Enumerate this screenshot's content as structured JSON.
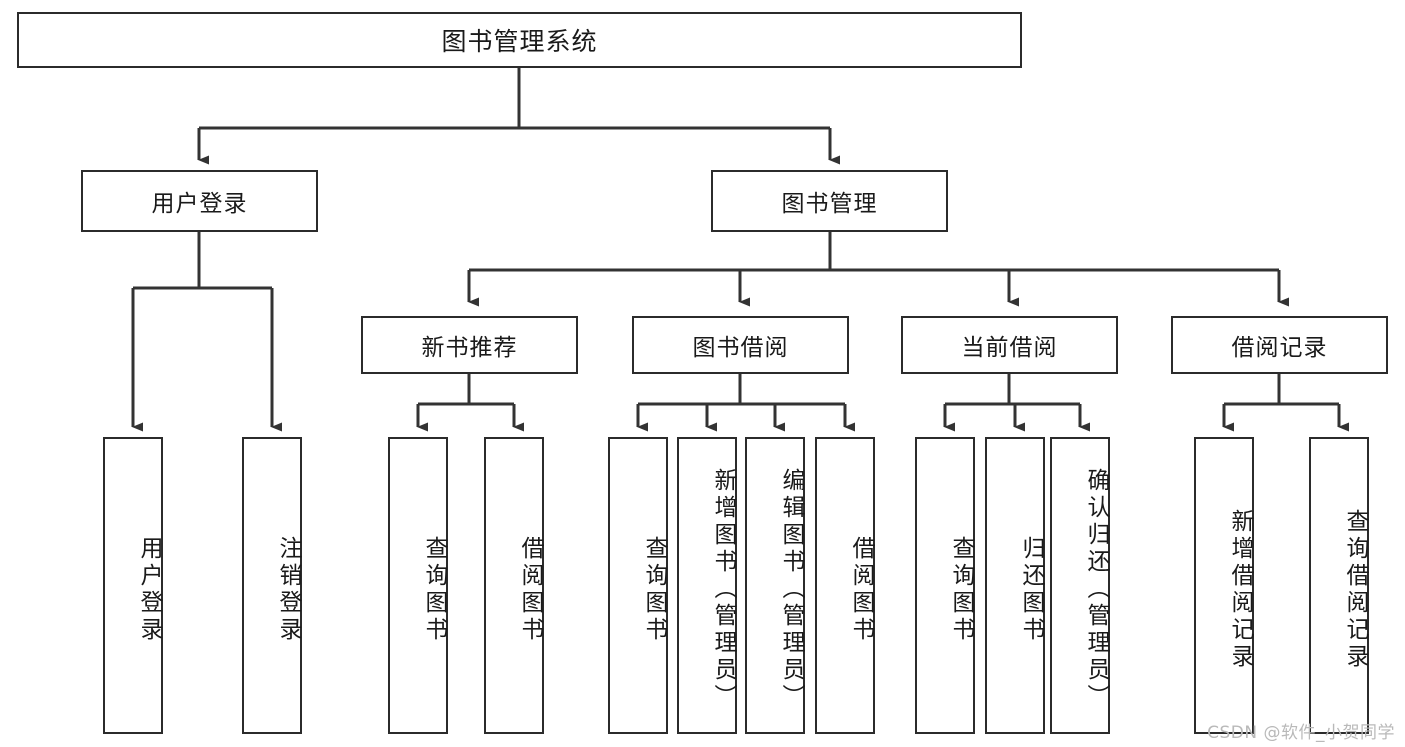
{
  "diagram": {
    "type": "tree",
    "orientation": "top-down",
    "root": {
      "id": "root",
      "label": "图书管理系统"
    },
    "level2": [
      {
        "id": "user-login",
        "label": "用户登录"
      },
      {
        "id": "book-manage",
        "label": "图书管理"
      }
    ],
    "level3": [
      {
        "id": "new-book-rec",
        "label": "新书推荐",
        "parent": "book-manage"
      },
      {
        "id": "book-borrow",
        "label": "图书借阅",
        "parent": "book-manage"
      },
      {
        "id": "current-borrow",
        "label": "当前借阅",
        "parent": "book-manage"
      },
      {
        "id": "borrow-record",
        "label": "借阅记录",
        "parent": "book-manage"
      }
    ],
    "leaves": [
      {
        "id": "leaf-user-login",
        "label": "用户登录",
        "parent": "user-login"
      },
      {
        "id": "leaf-user-logout",
        "label": "注销登录",
        "parent": "user-login"
      },
      {
        "id": "leaf-query-book-1",
        "label": "查询图书",
        "parent": "new-book-rec"
      },
      {
        "id": "leaf-borrow-book-1",
        "label": "借阅图书",
        "parent": "new-book-rec"
      },
      {
        "id": "leaf-query-book-2",
        "label": "查询图书",
        "parent": "book-borrow"
      },
      {
        "id": "leaf-add-book",
        "label": "新增图书（管理员）",
        "parent": "book-borrow"
      },
      {
        "id": "leaf-edit-book",
        "label": "编辑图书（管理员）",
        "parent": "book-borrow"
      },
      {
        "id": "leaf-borrow-book-2",
        "label": "借阅图书",
        "parent": "book-borrow"
      },
      {
        "id": "leaf-query-book-3",
        "label": "查询图书",
        "parent": "current-borrow"
      },
      {
        "id": "leaf-return-book",
        "label": "归还图书",
        "parent": "current-borrow"
      },
      {
        "id": "leaf-confirm-return",
        "label": "确认归还（管理员）",
        "parent": "current-borrow"
      },
      {
        "id": "leaf-add-record",
        "label": "新增借阅记录",
        "parent": "borrow-record"
      },
      {
        "id": "leaf-query-record",
        "label": "查询借阅记录",
        "parent": "borrow-record"
      }
    ],
    "colors": {
      "box_border": "#2b2b2b",
      "box_fill": "#ffffff",
      "edge": "#333333",
      "text": "#1a1a1a",
      "watermark": "#b9b9b9",
      "background": "#ffffff"
    }
  },
  "watermark": {
    "text": "CSDN @软件_小贺同学"
  }
}
